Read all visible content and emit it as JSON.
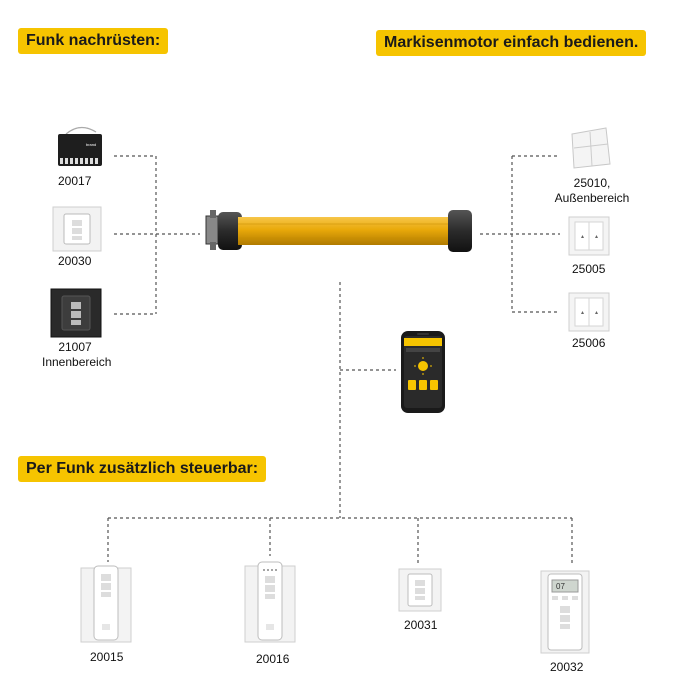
{
  "banners": {
    "top_left": "Funk nachrüsten:",
    "top_right": "Markisenmotor einfach bedienen.",
    "middle": "Per Funk zusätzlich steuerbar:"
  },
  "devices": {
    "d20017": "20017",
    "d20030": "20030",
    "d21007": "21007",
    "d21007_sub": "Innenbereich",
    "d25010": "25010,",
    "d25010_sub": "Außenbereich",
    "d25005": "25005",
    "d25006": "25006",
    "d20015": "20015",
    "d20016": "20016",
    "d20031": "20031",
    "d20032": "20032"
  },
  "colors": {
    "accent": "#f6c400",
    "tube": "#e9a90a",
    "dark": "#2b2b2b"
  },
  "icons": {
    "motor": "tubular-motor-icon",
    "phone": "smartphone-app-icon"
  }
}
